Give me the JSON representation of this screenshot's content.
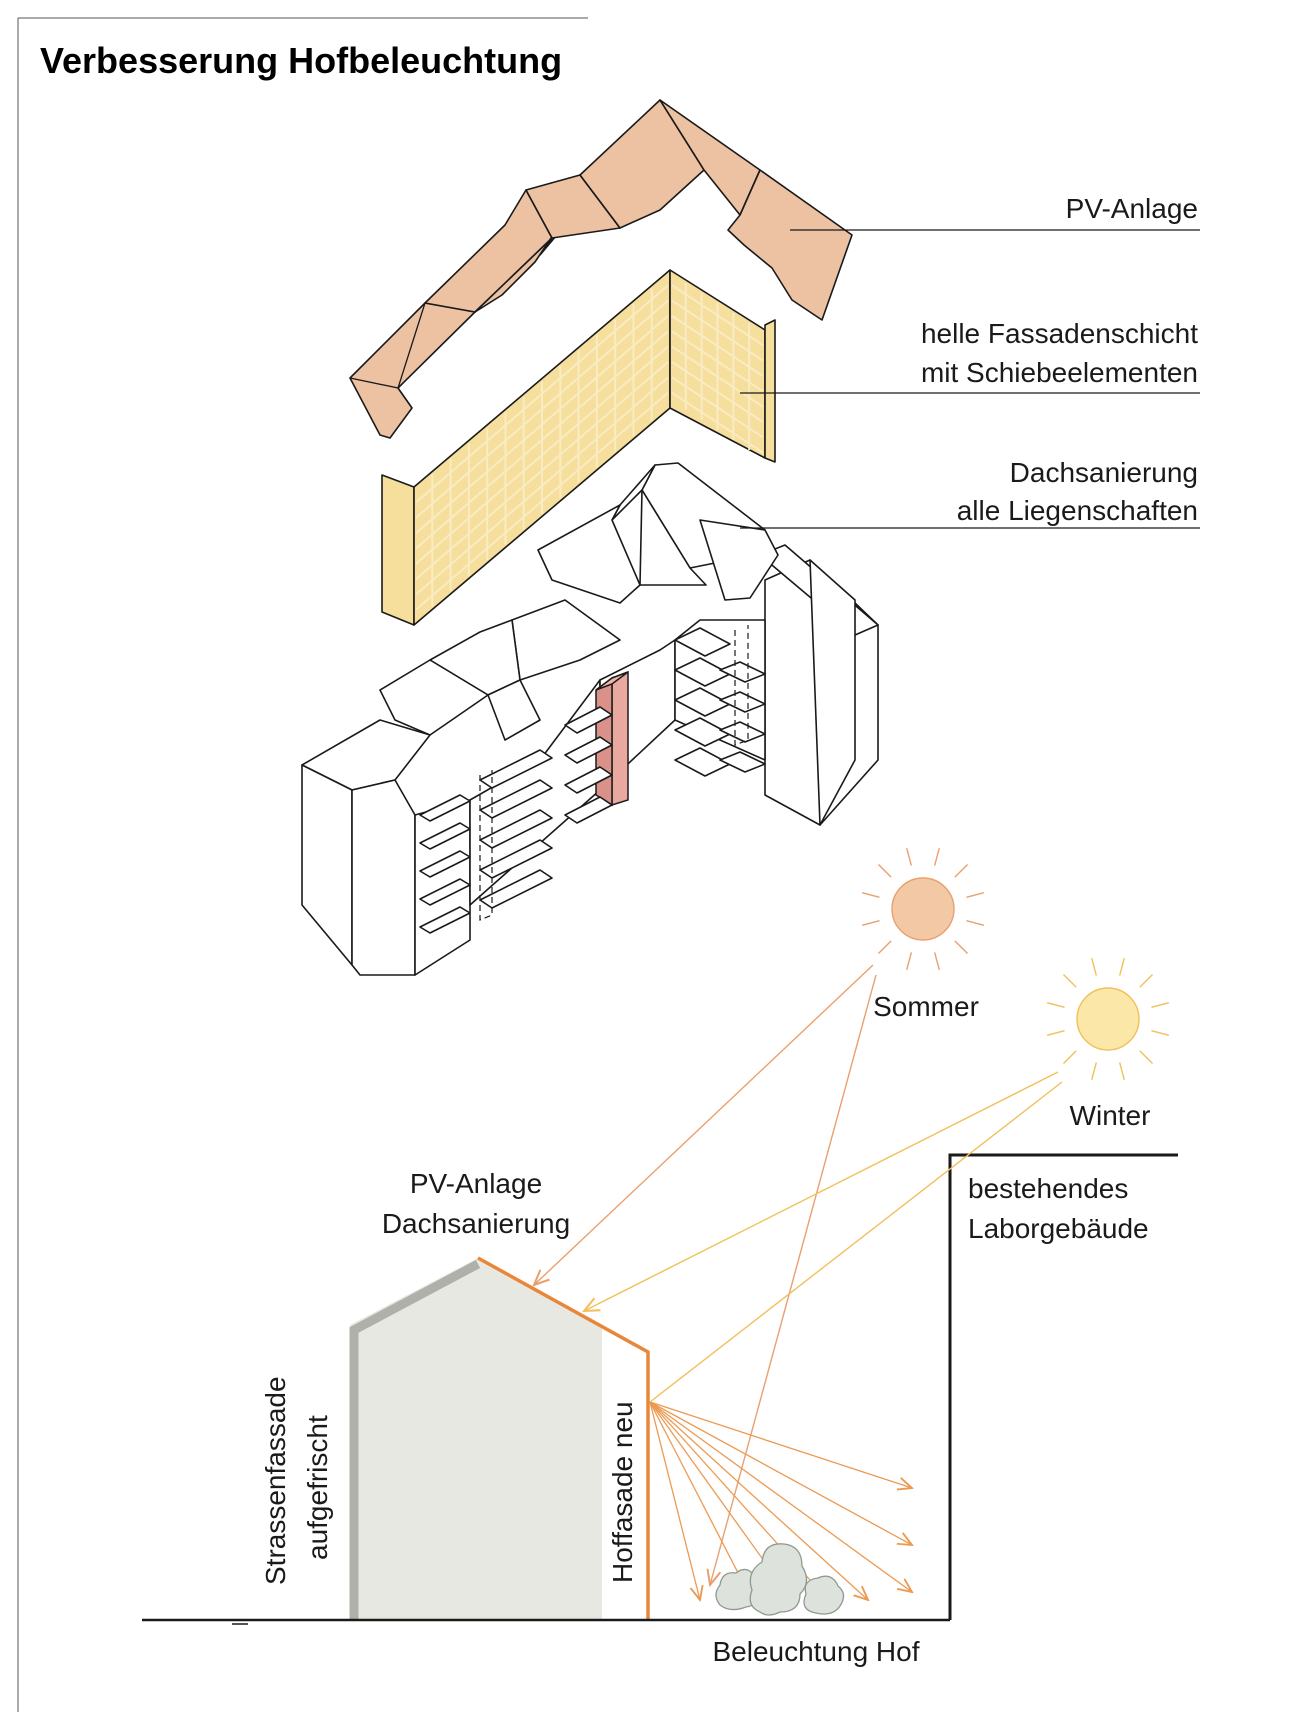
{
  "title": "Verbesserung Hofbeleuchtung",
  "exploded_view": {
    "labels": {
      "pv": "PV-Anlage",
      "facade_line1": "helle Fassadenschicht",
      "facade_line2": "mit Schiebeelementen",
      "roof_line1": "Dachsanierung",
      "roof_line2": "alle Liegenschaften"
    }
  },
  "section": {
    "sun_summer": "Sommer",
    "sun_winter": "Winter",
    "pv_line1": "PV-Anlage",
    "pv_line2": "Dachsanierung",
    "lab_line1": "bestehendes",
    "lab_line2": "Laborgebäude",
    "street_line1": "Strassenfassade",
    "street_line2": "aufgefrischt",
    "court_facade": "Hoffasade neu",
    "courtyard": "Beleuchtung Hof"
  },
  "colors": {
    "roof_pv": "#ecc2a2",
    "facade_layer": "#f6df9d",
    "stair_core": "#e9a8a0",
    "sun_summer": "#f2c9a4",
    "sun_winter": "#fbe7a8",
    "ray_summer": "#e9a06e",
    "ray_winter": "#f1c05a",
    "court_facade_line": "#e8873a",
    "building_fill": "#e8e8e2",
    "street_facade_line": "#b0b0ab"
  }
}
